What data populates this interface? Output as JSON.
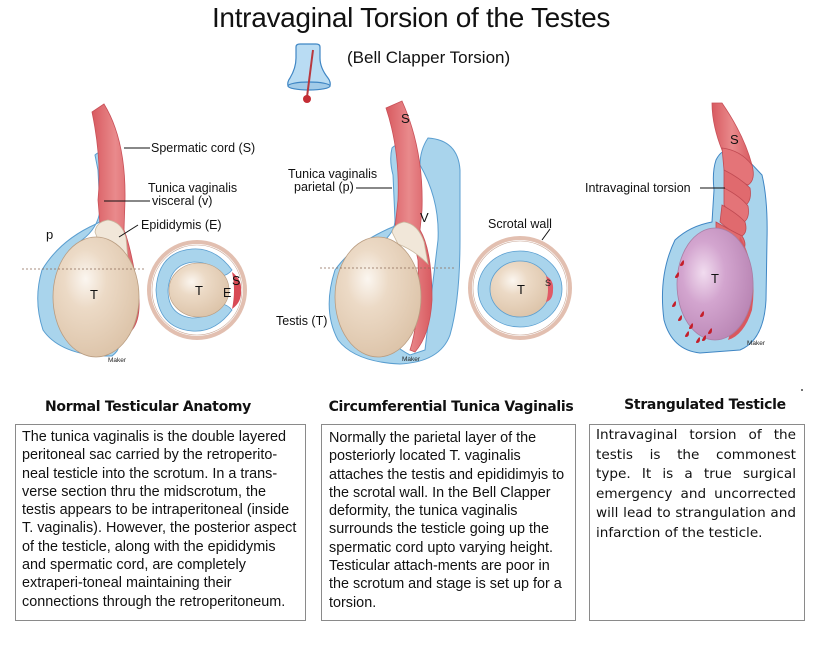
{
  "title": "Intravaginal Torsion of the Testes",
  "subtitle": "(Bell Clapper Torsion)",
  "colors": {
    "tunica_blue": "#a9d4ec",
    "tunica_stroke": "#3f86c4",
    "cord_red": "#e06a6e",
    "testis_beige": "#e8d3bd",
    "epididymis_cream": "#f1e7d9",
    "scrotal_wall": "#e6c3b5",
    "strangulated_purple": "#c893c4",
    "blood_drop": "#c41e2a"
  },
  "panels": [
    {
      "id": "normal",
      "heading": "Normal Testicular Anatomy",
      "labels": {
        "spermatic_cord": "Spermatic cord (S)",
        "tunica_visceral_1": "Tunica vaginalis",
        "tunica_visceral_2": "visceral (v)",
        "epididymis": "Epididymis (E)",
        "p": "p",
        "t": "T",
        "cross_t": "T",
        "cross_e": "E",
        "cross_s": "S",
        "maker": "Maker"
      },
      "text": "The tunica vaginalis is the double layered peritoneal sac carried by the retroperito-neal testicle into the scrotum. In a trans-verse section thru the midscrotum, the testis appears to be intraperitoneal (inside T. vaginalis). However, the posterior aspect of the testicle, along with the epididymis and spermatic cord, are completely extraperi-toneal maintaining their connections through the retroperitoneum."
    },
    {
      "id": "circumferential",
      "heading": "Circumferential Tunica Vaginalis",
      "labels": {
        "s": "S",
        "tunica_parietal_1": "Tunica vaginalis",
        "tunica_parietal_2": "parietal (p)",
        "v": "V",
        "scrotal_wall": "Scrotal wall",
        "testis": "Testis (T)",
        "cross_t": "T",
        "cross_s": "S",
        "maker": "Maker"
      },
      "text": "Normally the parietal layer of the posteriorly located T. vaginalis attaches the testis and epididimyis to the scrotal wall. In the Bell Clapper deformity, the tunica vaginalis surrounds the testicle going up the spermatic cord upto varying height. Testicular attach-ments are poor in the scrotum and stage is set up for a torsion."
    },
    {
      "id": "strangulated",
      "heading": "Strangulated Testicle",
      "labels": {
        "s": "S",
        "intravaginal_torsion": "Intravaginal torsion",
        "t": "T",
        "maker": "Maker"
      },
      "text": "Intravaginal torsion of the testis is the commonest type. It is a true surgical emergency and uncorrected will lead to strangulation and infarction of the testicle."
    }
  ],
  "icons": {
    "bell": "bell-icon"
  }
}
